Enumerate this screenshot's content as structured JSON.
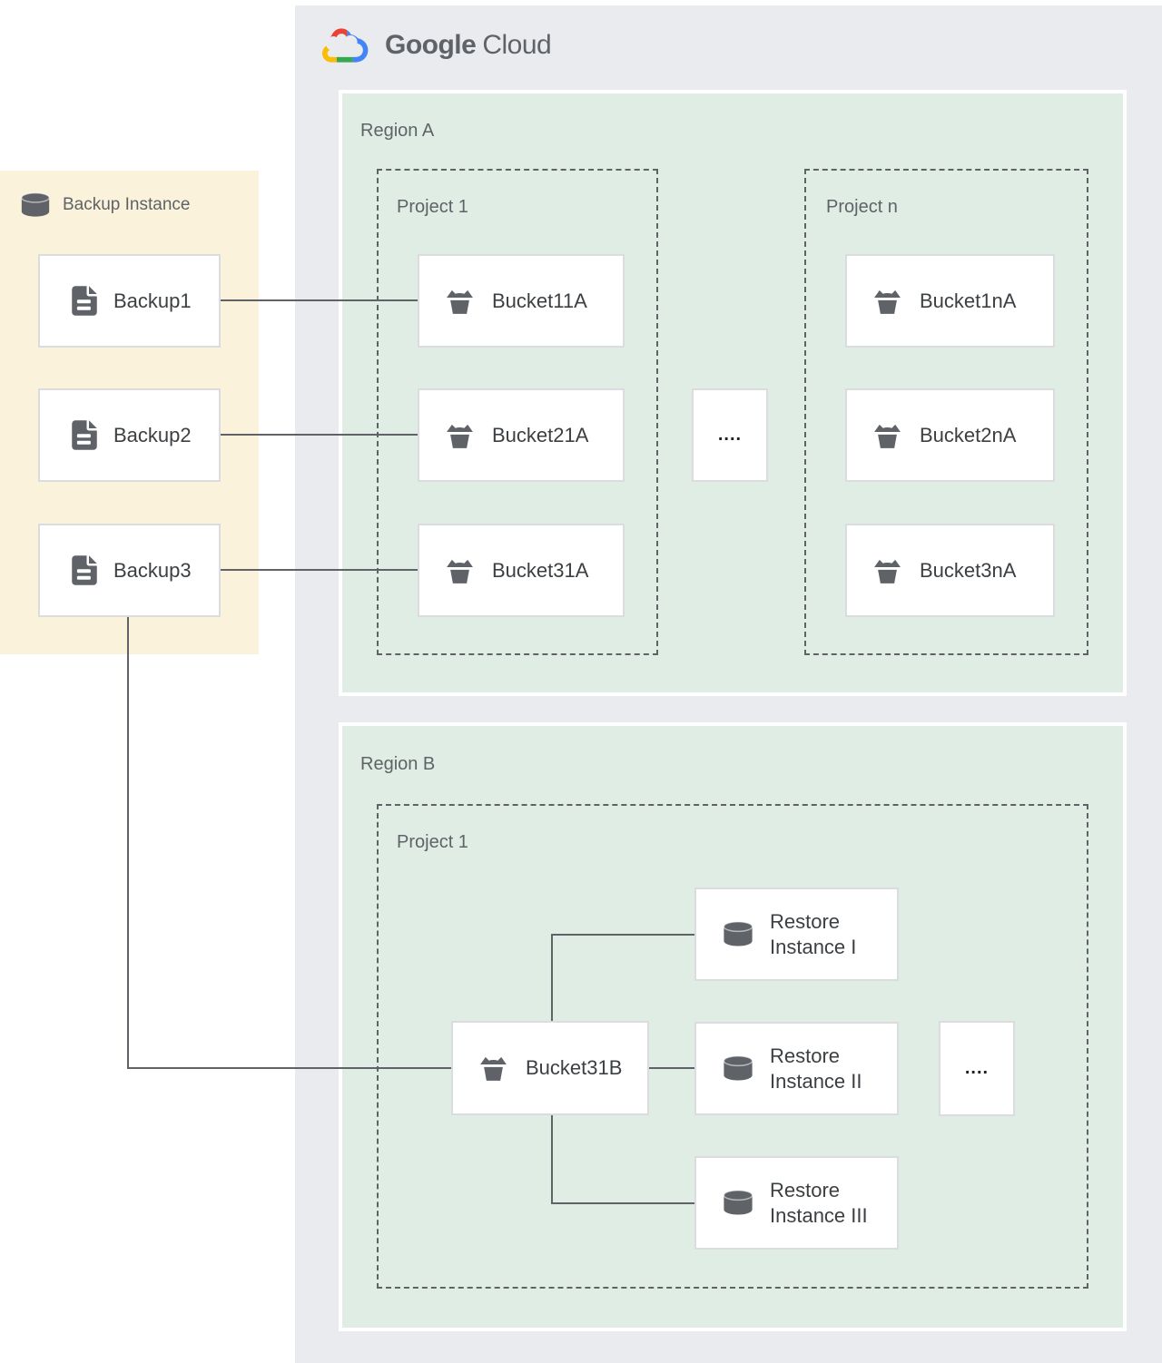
{
  "logo": {
    "google": "Google",
    "cloud": "Cloud"
  },
  "backup_panel": {
    "title": "Backup Instance",
    "backups": [
      "Backup1",
      "Backup2",
      "Backup3"
    ]
  },
  "region_a": {
    "label": "Region A",
    "project_1": {
      "label": "Project 1",
      "buckets": [
        "Bucket11A",
        "Bucket21A",
        "Bucket31A"
      ]
    },
    "project_n": {
      "label": "Project n",
      "buckets": [
        "Bucket1nA",
        "Bucket2nA",
        "Bucket3nA"
      ]
    },
    "ellipsis": "...."
  },
  "region_b": {
    "label": "Region B",
    "project_1": {
      "label": "Project 1",
      "bucket": "Bucket31B",
      "restore_instances": [
        "Restore Instance I",
        "Restore Instance II",
        "Restore Instance III"
      ],
      "ellipsis": "...."
    }
  },
  "colors": {
    "cloud_panel": "#e9ebee",
    "region_fill": "#dfede5",
    "backup_panel_fill": "#faf2da",
    "node_border": "#dadce0",
    "connector": "#5f6368",
    "icon_gray": "#5f6368",
    "label_gray": "#5f6368",
    "node_text": "#3c4043",
    "logo_blue": "#4285f4",
    "logo_red": "#ea4335",
    "logo_yellow": "#fbbc04",
    "logo_green": "#34a853"
  }
}
